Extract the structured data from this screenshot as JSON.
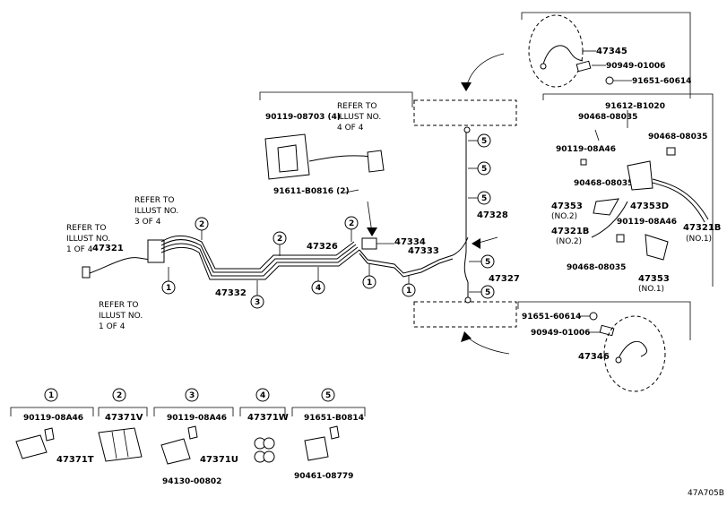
{
  "diagram_id": "47A705B",
  "refer_notes": {
    "refer_1": [
      "REFER TO",
      "ILLUST NO.",
      "1 OF 4"
    ],
    "refer_2": [
      "REFER TO",
      "ILLUST NO.",
      "1 OF 4"
    ],
    "refer_3": [
      "REFER TO",
      "ILLUST NO.",
      "3 OF 4"
    ],
    "refer_4": [
      "REFER TO",
      "ILLUST NO.",
      "4 OF 4"
    ]
  },
  "main_parts": {
    "p47321": "47321",
    "p47332": "47332",
    "p47326": "47326",
    "p47334": "47334",
    "p47333": "47333",
    "p47328": "47328",
    "p47327": "47327",
    "p47345": "47345",
    "p47346": "47346",
    "p47353d": "47353D",
    "p47353_no2": "47353",
    "p47353_no2_sub": "(NO.2)",
    "p47353_no1": "47353",
    "p47353_no1_sub": "(NO.1)",
    "p47321b_no2": "47321B",
    "p47321b_no2_sub": "(NO.2)",
    "p47321b_no1": "47321B",
    "p47321b_no1_sub": "(NO.1)"
  },
  "fastener_parts": {
    "f90119_08703": "90119-08703 (4)",
    "f91611_b0816": "91611-B0816 (2)",
    "f90949_01006_top": "90949-01006",
    "f91651_60614_top": "91651-60614",
    "f91612_b1020": "91612-B1020",
    "f90468_08035_a": "90468-08035",
    "f90468_08035_b": "90468-08035",
    "f90468_08035_c": "90468-08035",
    "f90468_08035_d": "90468-08035",
    "f90119_08a46_a": "90119-08A46",
    "f90119_08a46_b": "90119-08A46",
    "f91651_60614_bot": "91651-60614",
    "f90949_01006_bot": "90949-01006"
  },
  "callouts": {
    "c1": "1",
    "c2": "2",
    "c3": "3",
    "c4": "4",
    "c5": "5"
  },
  "legend": [
    {
      "num": "1",
      "part": "90119-08A46",
      "clip": "47371T",
      "extra": ""
    },
    {
      "num": "2",
      "part": "",
      "clip": "47371V",
      "extra": ""
    },
    {
      "num": "3",
      "part": "90119-08A46",
      "clip": "47371U",
      "extra": "94130-00802"
    },
    {
      "num": "4",
      "part": "",
      "clip": "47371W",
      "extra": ""
    },
    {
      "num": "5",
      "part": "91651-B0814",
      "clip": "",
      "extra": "90461-08779"
    }
  ]
}
